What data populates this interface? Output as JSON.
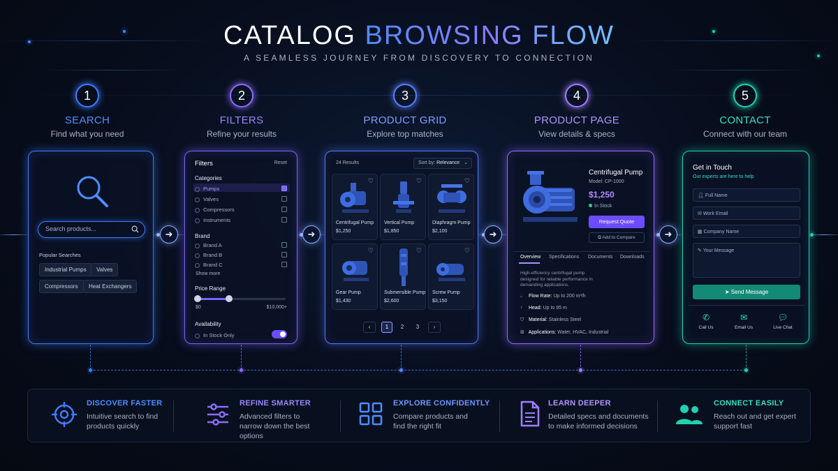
{
  "header": {
    "title_part1": "CATALOG",
    "title_part2": "BROWSING FLOW",
    "subtitle": "A SEAMLESS JOURNEY FROM DISCOVERY TO CONNECTION"
  },
  "colors": {
    "blue": "#3b7cff",
    "violet": "#7a63ff",
    "purple": "#8e6bff",
    "teal": "#1fd1b0",
    "button": "#6b4dff",
    "send": "#138a76"
  },
  "steps": [
    {
      "number": "1",
      "title": "SEARCH",
      "subtitle": "Find what you need"
    },
    {
      "number": "2",
      "title": "FILTERS",
      "subtitle": "Refine your results"
    },
    {
      "number": "3",
      "title": "PRODUCT GRID",
      "subtitle": "Explore top matches"
    },
    {
      "number": "4",
      "title": "PRODUCT PAGE",
      "subtitle": "View details & specs"
    },
    {
      "number": "5",
      "title": "CONTACT",
      "subtitle": "Connect with our team"
    }
  ],
  "search": {
    "placeholder": "Search products...",
    "popular_label": "Popular Searches",
    "chips": [
      "Industrial Pumps",
      "Valves",
      "Compressors",
      "Heat Exchangers"
    ]
  },
  "filters": {
    "title": "Filters",
    "reset": "Reset",
    "categories_label": "Categories",
    "categories": [
      {
        "label": "Pumps",
        "checked": true
      },
      {
        "label": "Valves",
        "checked": false
      },
      {
        "label": "Compressors",
        "checked": false
      },
      {
        "label": "Instruments",
        "checked": false
      }
    ],
    "brand_label": "Brand",
    "brands": [
      "Brand A",
      "Brand B",
      "Brand C"
    ],
    "show_more": "Show more",
    "price_label": "Price Range",
    "price_min": "$0",
    "price_max": "$10,000+",
    "availability_label": "Availability",
    "in_stock_only": "In Stock Only"
  },
  "grid": {
    "results": "24 Results",
    "sort_label": "Sort by:",
    "sort_value": "Relevance",
    "products": [
      {
        "name": "Centrifugal Pump",
        "price": "$1,250"
      },
      {
        "name": "Vertical Pump",
        "price": "$1,850"
      },
      {
        "name": "Diaphragm Pump",
        "price": "$2,100"
      },
      {
        "name": "Gear Pump",
        "price": "$1,430"
      },
      {
        "name": "Submersible Pump",
        "price": "$2,600"
      },
      {
        "name": "Screw Pump",
        "price": "$3,150"
      }
    ],
    "pages": [
      "1",
      "2",
      "3"
    ]
  },
  "product": {
    "name": "Centrifugal Pump",
    "model": "Model: CP-1000",
    "price": "$1,250",
    "stock": "In Stock",
    "quote_button": "Request Quote",
    "compare_button": "Add to Compare",
    "tabs": [
      "Overview",
      "Specifications",
      "Documents",
      "Downloads"
    ],
    "description": "High-efficiency centrifugal pump designed for reliable performance in demanding applications.",
    "specs": [
      {
        "label": "Flow Rate:",
        "value": "Up to 200 m³/h"
      },
      {
        "label": "Head:",
        "value": "Up to 95 m"
      },
      {
        "label": "Material:",
        "value": "Stainless Steel"
      },
      {
        "label": "Applications:",
        "value": "Water, HVAC, Industrial"
      }
    ]
  },
  "contact": {
    "title": "Get in Touch",
    "subtitle": "Our experts are here to help",
    "fields": [
      "Full Name",
      "Work Email",
      "Company Name"
    ],
    "message_placeholder": "Your Message",
    "send_button": "Send Message",
    "actions": [
      "Call Us",
      "Email Us",
      "Live Chat"
    ]
  },
  "benefits": [
    {
      "title": "DISCOVER FASTER",
      "desc": "Intuitive search to find products quickly",
      "icon": "target-icon"
    },
    {
      "title": "REFINE SMARTER",
      "desc": "Advanced filters to narrow down the best options",
      "icon": "sliders-icon"
    },
    {
      "title": "EXPLORE CONFIDENTLY",
      "desc": "Compare products and find the right fit",
      "icon": "grid-icon"
    },
    {
      "title": "LEARN DEEPER",
      "desc": "Detailed specs and documents to make informed decisions",
      "icon": "document-icon"
    },
    {
      "title": "CONNECT EASILY",
      "desc": "Reach out and get expert support fast",
      "icon": "users-icon"
    }
  ]
}
